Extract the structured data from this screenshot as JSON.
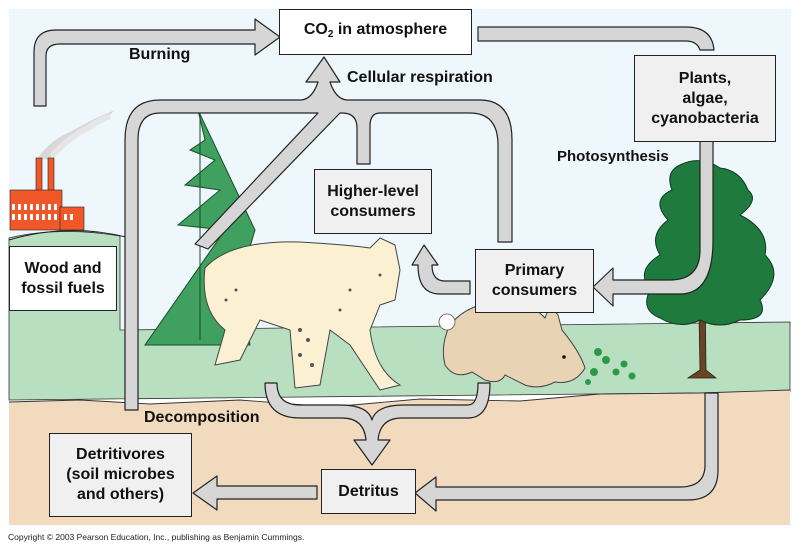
{
  "diagram": {
    "title": "Carbon cycle",
    "nodes": {
      "co2_prefix": "CO",
      "co2_subscript": "2",
      "co2_suffix": " in atmosphere",
      "plants": [
        "Plants,",
        "algae,",
        "cyanobacteria"
      ],
      "higher_consumers": [
        "Higher-level",
        "consumers"
      ],
      "primary_consumers": [
        "Primary",
        "consumers"
      ],
      "wood_fossil": [
        "Wood and",
        "fossil fuels"
      ],
      "detritivores": [
        "Detritivores",
        "(soil microbes",
        "and others)"
      ],
      "detritus": "Detritus"
    },
    "process_labels": {
      "burning": "Burning",
      "cellular_respiration": "Cellular respiration",
      "photosynthesis": "Photosynthesis",
      "decomposition": "Decomposition"
    },
    "illustrations": [
      "factory",
      "spruce-tree",
      "bobcat",
      "rabbit",
      "pine-tree",
      "small-plants"
    ],
    "colors": {
      "sky": "#eef8fc",
      "grass": "#b8dfc0",
      "soil": "#f2dabe",
      "arrow_fill": "#d6d6d6",
      "arrow_stroke": "#222222",
      "box_fill": "#f0f0f0",
      "factory": "#f0582a",
      "spruce": "#3fa060",
      "pine": "#1f7a3e",
      "trunk": "#6b4423"
    }
  },
  "footer": {
    "copyright": "Copyright © 2003 Pearson Education, Inc., publishing as Benjamin Cummings."
  }
}
